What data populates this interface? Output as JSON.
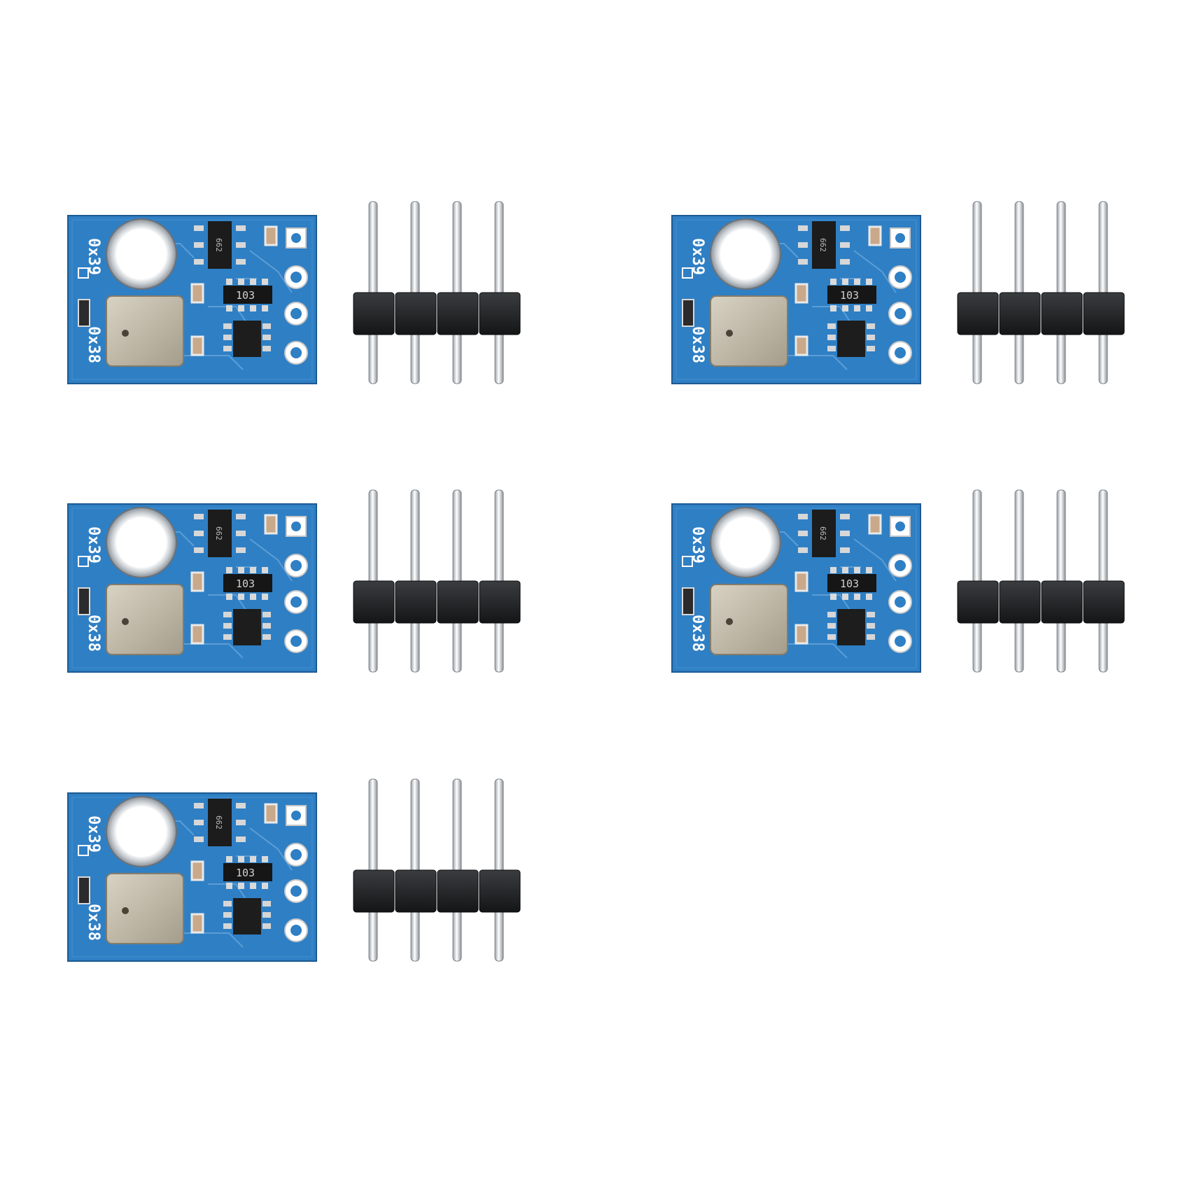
{
  "image": {
    "background_color": "#ffffff",
    "product_count": 5,
    "product": {
      "board_color": "#2f7fc4",
      "board_label_top": "0x39",
      "board_label_bottom": "0x38",
      "chip_marking_resistor": "103",
      "chip_marking_regulator": "662",
      "header_pin_count": 4
    }
  }
}
